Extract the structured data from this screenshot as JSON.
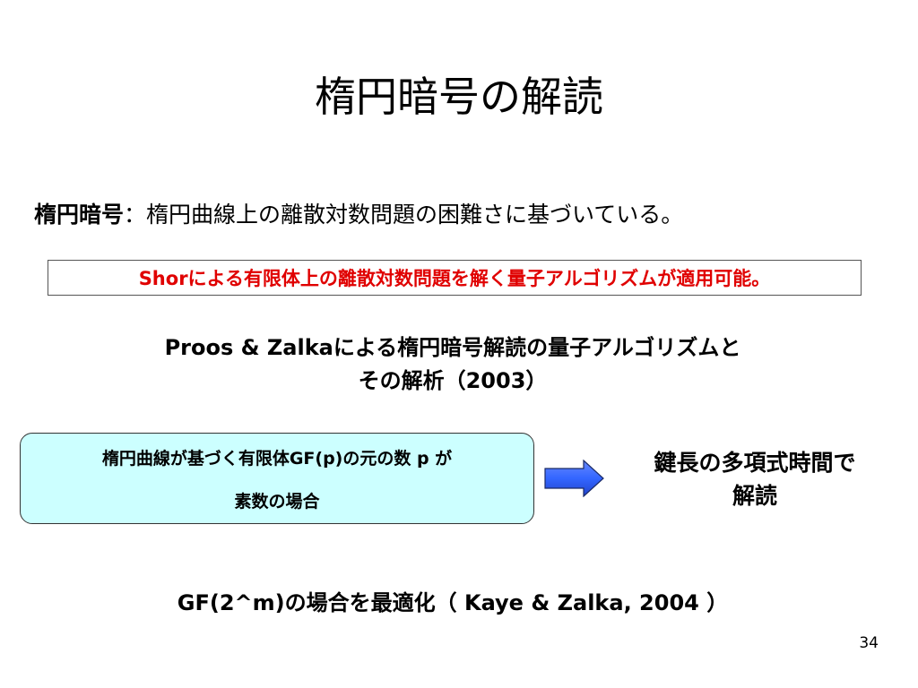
{
  "slide": {
    "title": "楕円暗号の解読",
    "definition": {
      "term": "楕円暗号",
      "colon": "：",
      "text": "楕円曲線上の離散対数問題の困難さに基づいている。"
    },
    "shor_box": {
      "text": "Shorによる有限体上の離散対数問題を解く量子アルゴリズムが適用可能。",
      "text_color": "#e00000"
    },
    "proos": {
      "line1": "Proos & Zalkaによる楕円暗号解読の量子アルゴリズムと",
      "line2": "その解析（2003）"
    },
    "condition_box": {
      "line1": "楕円曲線が基づく有限体GF(p)の元の数 p が",
      "line2": "素数の場合",
      "background": "#ccffff"
    },
    "arrow": {
      "icon": "right-arrow-icon",
      "fill": "#3366ff"
    },
    "result": {
      "line1": "鍵長の多項式時間で",
      "line2": "解読"
    },
    "gf_note": "GF(2^m)の場合を最適化（ Kaye & Zalka, 2004 ）",
    "page_number": "34"
  }
}
